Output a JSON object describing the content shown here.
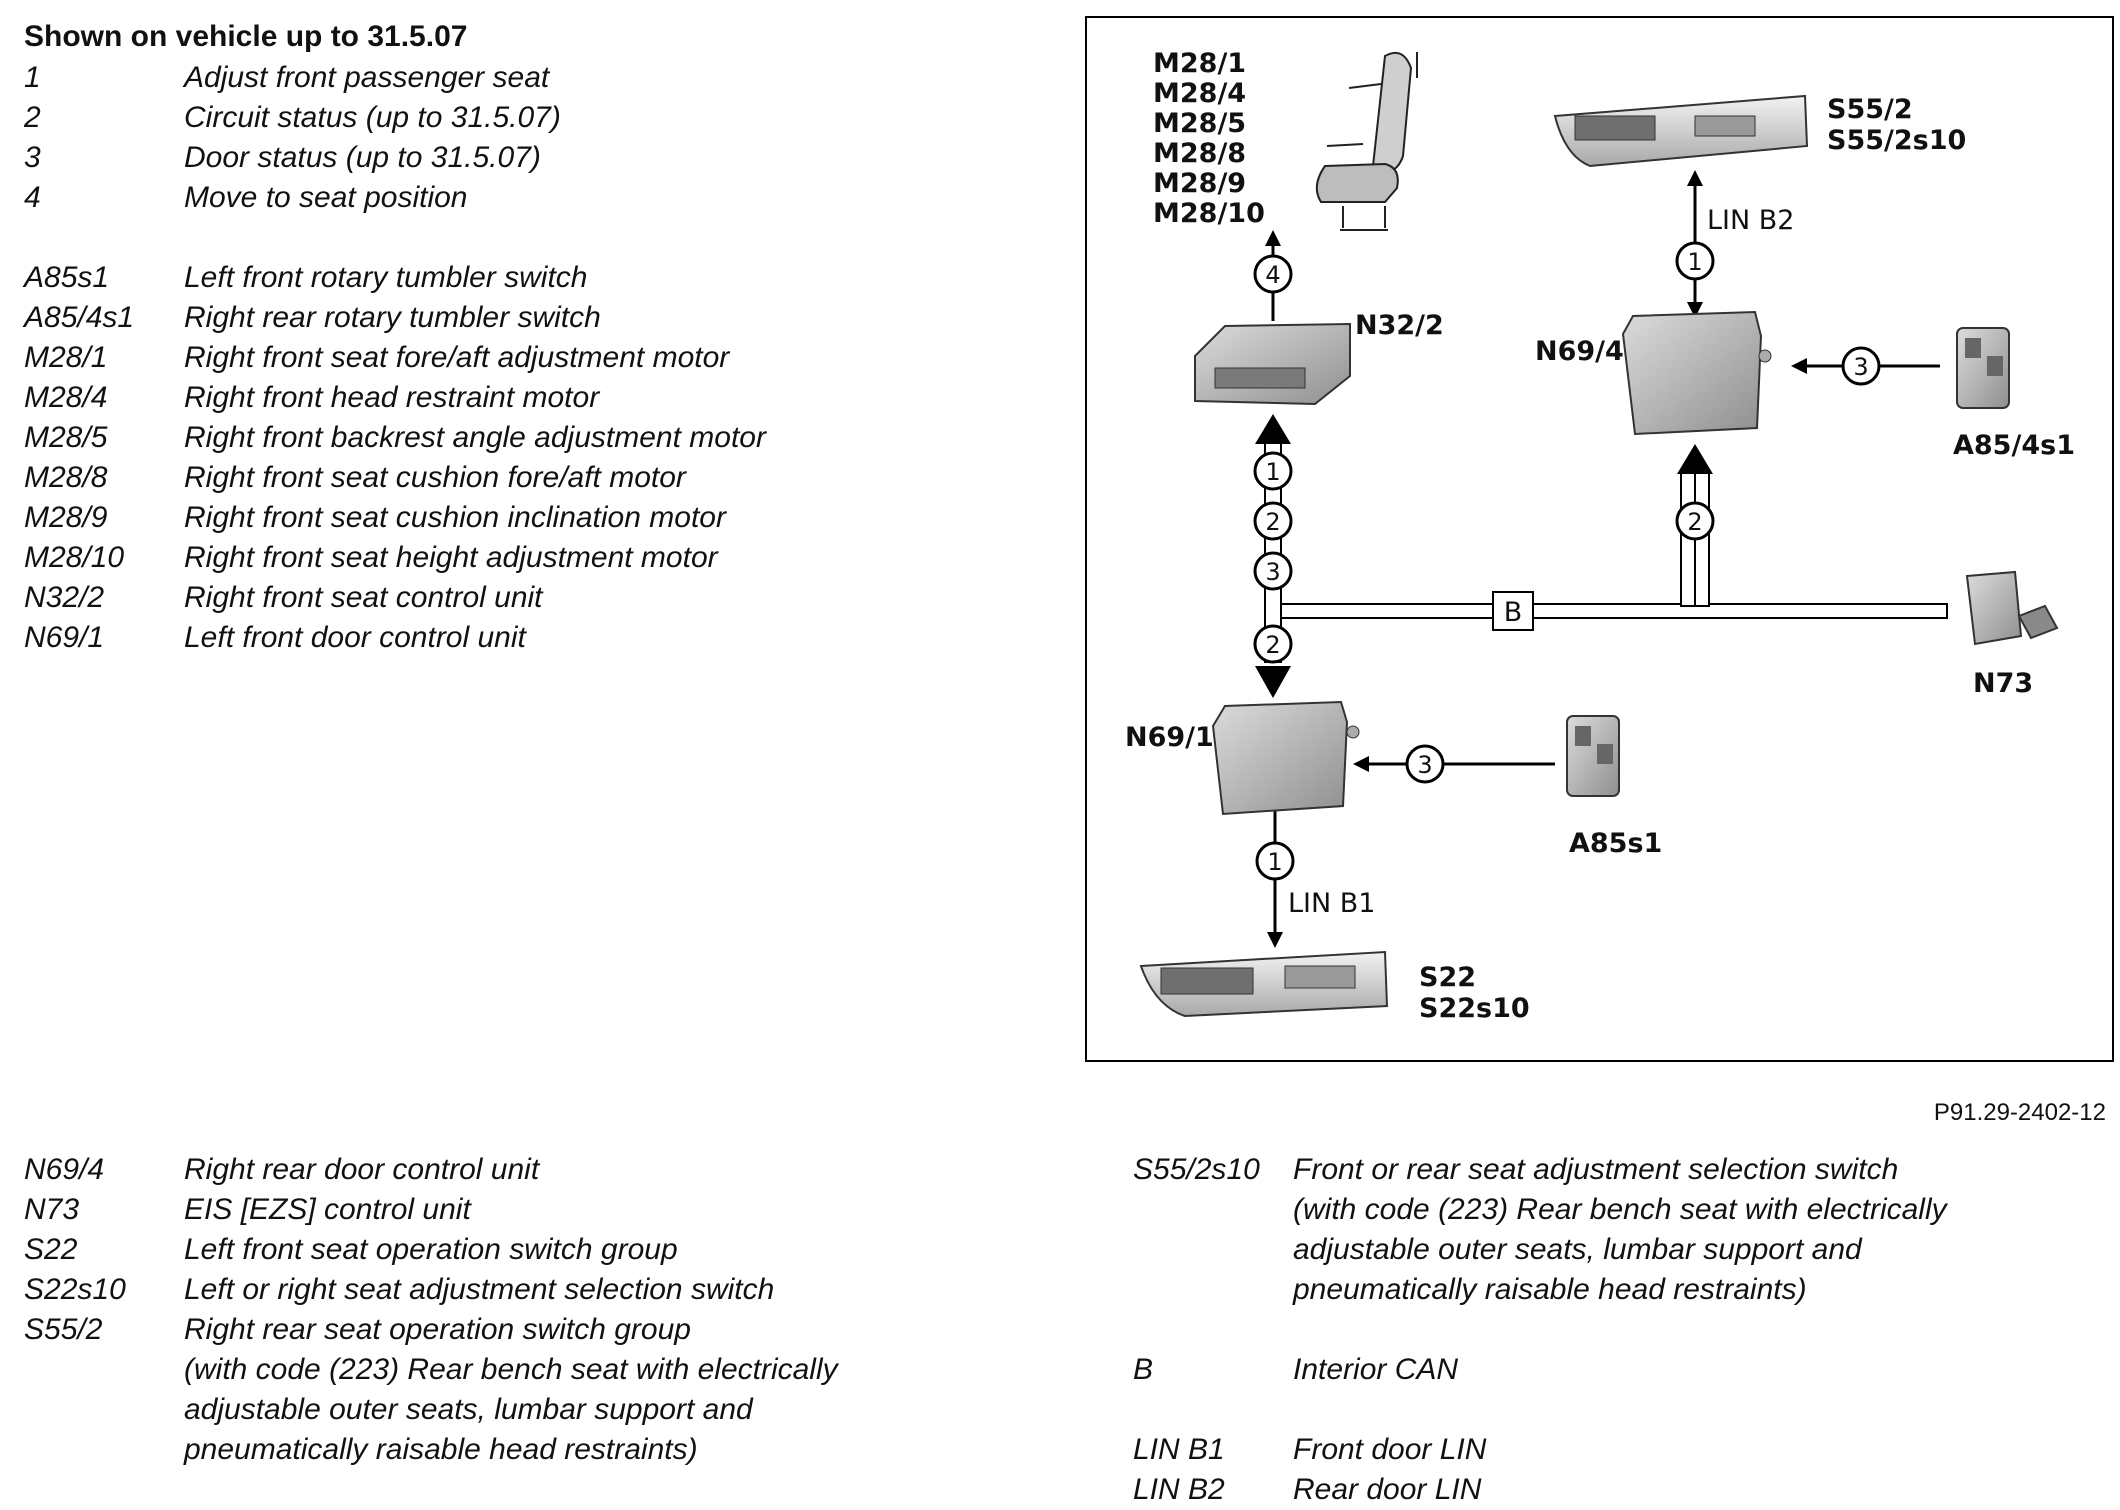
{
  "heading": "Shown on vehicle up to 31.5.07",
  "legend_top": {
    "numbers": [
      {
        "code": "1",
        "desc": "Adjust front passenger seat"
      },
      {
        "code": "2",
        "desc": "Circuit status (up to 31.5.07)"
      },
      {
        "code": "3",
        "desc": "Door status (up to 31.5.07)"
      },
      {
        "code": "4",
        "desc": "Move to seat position"
      }
    ],
    "components": [
      {
        "code": "A85s1",
        "desc": "Left front rotary tumbler switch"
      },
      {
        "code": "A85/4s1",
        "desc": "Right rear rotary tumbler switch"
      },
      {
        "code": "M28/1",
        "desc": "Right front seat fore/aft adjustment motor"
      },
      {
        "code": "M28/4",
        "desc": "Right front head restraint motor"
      },
      {
        "code": "M28/5",
        "desc": "Right front backrest angle adjustment motor"
      },
      {
        "code": "M28/8",
        "desc": "Right front seat cushion fore/aft motor"
      },
      {
        "code": "M28/9",
        "desc": "Right front seat cushion inclination motor"
      },
      {
        "code": "M28/10",
        "desc": "Right front seat height adjustment motor"
      },
      {
        "code": "N32/2",
        "desc": "Right front seat control unit"
      },
      {
        "code": "N69/1",
        "desc": "Left front door control unit"
      }
    ]
  },
  "legend_bottom_left": [
    {
      "code": "N69/4",
      "lines": [
        "Right rear door control unit"
      ]
    },
    {
      "code": "N73",
      "lines": [
        "EIS [EZS] control unit"
      ]
    },
    {
      "code": "S22",
      "lines": [
        "Left front seat operation switch group"
      ]
    },
    {
      "code": "S22s10",
      "lines": [
        "Left or right seat adjustment selection switch"
      ]
    },
    {
      "code": "S55/2",
      "lines": [
        "Right rear seat operation switch group",
        "(with code (223) Rear bench seat with electrically",
        "adjustable outer seats, lumbar support and",
        "pneumatically raisable head restraints)"
      ]
    }
  ],
  "legend_bottom_right": [
    {
      "code": "S55/2s10",
      "lines": [
        "Front or rear seat adjustment selection switch",
        "(with code (223) Rear bench seat with electrically",
        "adjustable outer seats, lumbar support and",
        "pneumatically raisable head restraints)"
      ]
    },
    {
      "code": "B",
      "lines": [
        "Interior CAN"
      ]
    },
    {
      "code": "LIN B1",
      "lines": [
        "Front door LIN"
      ]
    },
    {
      "code": "LIN B2",
      "lines": [
        "Rear door LIN"
      ]
    }
  ],
  "figure_ref": "P91.29-2402-12",
  "diagram": {
    "seat_motors": [
      "M28/1",
      "M28/4",
      "M28/5",
      "M28/8",
      "M28/9",
      "M28/10"
    ],
    "rear_switch": [
      "S55/2",
      "S55/2s10"
    ],
    "front_switch": [
      "S22",
      "S22s10"
    ],
    "n32": "N32/2",
    "n69_4": "N69/4",
    "n69_1": "N69/1",
    "a85_4s1": "A85/4s1",
    "a85s1": "A85s1",
    "n73": "N73",
    "bus_b": "B",
    "lin_b1": "LIN B1",
    "lin_b2": "LIN B2",
    "markers": {
      "m4": "4",
      "m1": "1",
      "m2": "2",
      "m3": "3"
    }
  }
}
